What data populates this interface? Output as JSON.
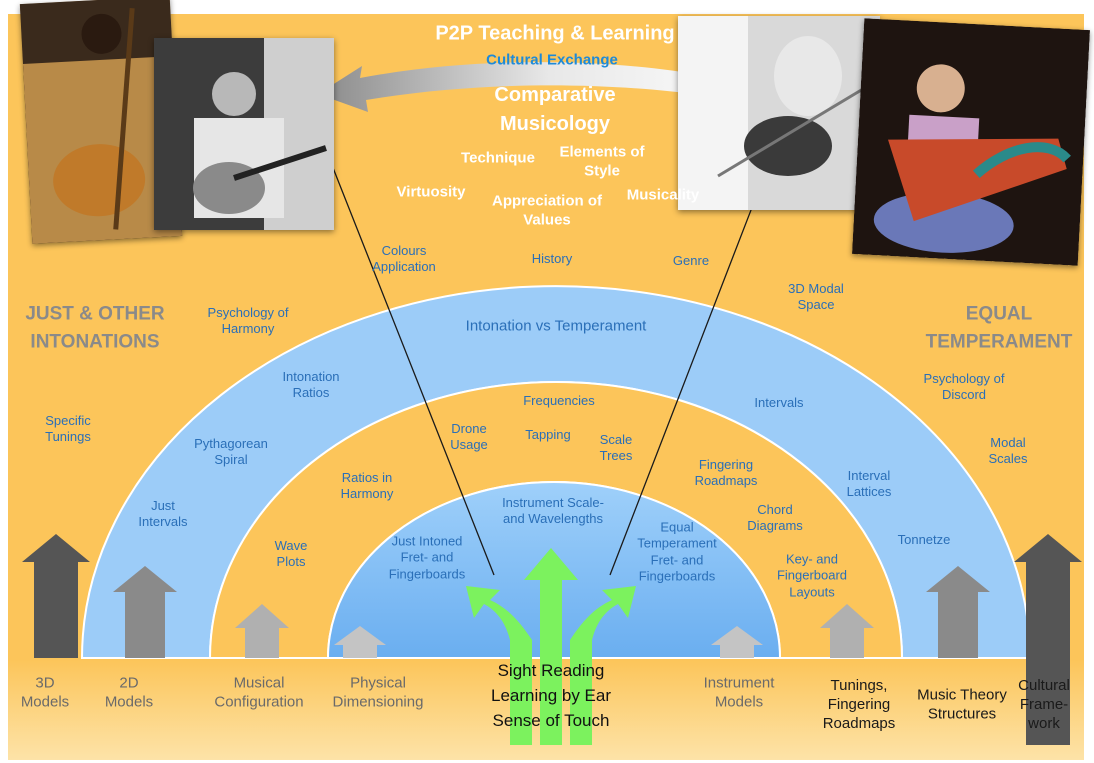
{
  "header": {
    "title": "P2P Teaching & Learning",
    "subtitle": "Cultural Exchange",
    "heading": "Comparative Musicology"
  },
  "top_concepts": [
    "Technique",
    "Elements of Style",
    "Virtuosity",
    "Appreciation of Values",
    "Musicality"
  ],
  "side_titles": {
    "left": "JUST & OTHER INTONATIONS",
    "right": "EQUAL TEMPERAMENT"
  },
  "outer_labels": {
    "colours": "Colours Application",
    "history": "History",
    "genre": "Genre",
    "modal_space": "3D Modal Space",
    "psych_harmony": "Psychology of Harmony",
    "psych_discord": "Psychology of Discord",
    "specific_tunings": "Specific Tunings",
    "modal_scales": "Modal Scales"
  },
  "band_labels": {
    "intonation_vs_temperament": "Intonation vs Temperament",
    "intonation_ratios": "Intonation Ratios",
    "pythagorean_spiral": "Pythagorean Spiral",
    "just_intervals": "Just Intervals",
    "intervals": "Intervals",
    "interval_lattices": "Interval Lattices",
    "tonnetze": "Tonnetze"
  },
  "middle_labels": {
    "frequencies": "Frequencies",
    "drone_usage": "Drone Usage",
    "tapping": "Tapping",
    "scale_trees": "Scale Trees",
    "ratios_harmony": "Ratios in Harmony",
    "wave_plots": "Wave Plots",
    "fingering_roadmaps": "Fingering Roadmaps",
    "chord_diagrams": "Chord Diagrams",
    "key_fingerboard": "Key- and Fingerboard Layouts"
  },
  "inner_labels": {
    "instrument_scale": "Instrument Scale- and Wavelengths",
    "just_intoned": "Just Intoned Fret- and Fingerboards",
    "equal_temperament": "Equal Temperament Fret- and Fingerboards"
  },
  "center": [
    "Sight Reading",
    "Learning by Ear",
    "Sense of Touch"
  ],
  "bottom_labels": {
    "models_3d": "3D Models",
    "models_2d": "2D Models",
    "musical_config": "Musical Configuration",
    "physical_dim": "Physical Dimensioning",
    "instrument_models": "Instrument Models",
    "tunings_roadmaps": "Tunings, Fingering Roadmaps",
    "music_theory": "Music Theory Structures",
    "cultural_framework": "Cultural Frame- work"
  },
  "photos": [
    "kora-player-icon",
    "sarod-player-icon",
    "violinist-icon",
    "harp-player-icon"
  ],
  "colors": {
    "background": "#fcc55a",
    "band_blue": "#9cccf8",
    "inner_blue": "#72b4f2",
    "arrow_green": "#7cf25e",
    "text_blue": "#2a6fb8"
  }
}
